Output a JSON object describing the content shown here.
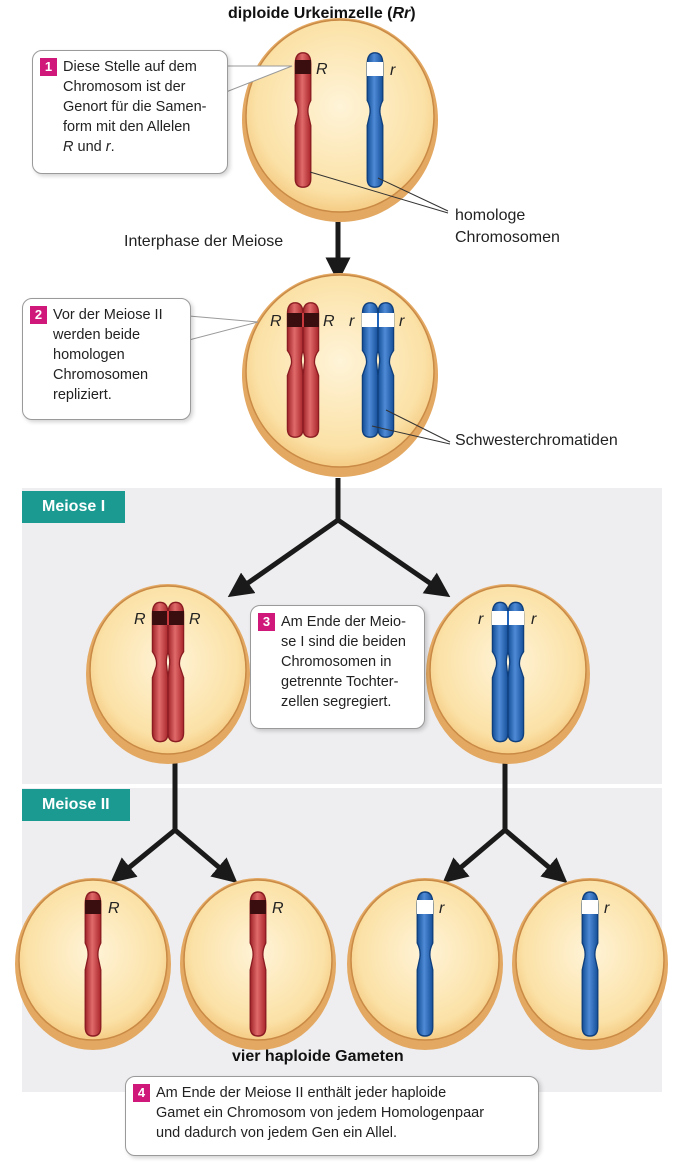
{
  "top_title": "diploide Urkeimzelle (",
  "top_title_allele": "Rr",
  "top_title_end": ")",
  "step1": {
    "num": "1",
    "line1": "Diese Stelle auf dem",
    "line2": "Chromosom ist der",
    "line3": "Genort für die Samen-",
    "line4": "form mit den Allelen",
    "line5_a": "R",
    "line5_b": " und ",
    "line5_c": "r",
    "line5_d": "."
  },
  "label_homologous": {
    "line1": "homologe",
    "line2": "Chromosomen"
  },
  "label_interphase": "Interphase der Meiose",
  "step2": {
    "num": "2",
    "line1": "Vor der Meiose II",
    "line2": "werden beide",
    "line3": "homologen",
    "line4": "Chromosomen",
    "line5": "repliziert."
  },
  "label_sister": "Schwesterchromatiden",
  "meiosis1_tag": "Meiose I",
  "step3": {
    "num": "3",
    "line1": "Am Ende der Meio-",
    "line2": "se I sind die beiden",
    "line3": "Chromosomen in",
    "line4": "getrennte Tochter-",
    "line5": "zellen segregiert."
  },
  "meiosis2_tag": "Meiose II",
  "gametes_title": "vier haploide Gameten",
  "step4": {
    "num": "4",
    "line1": "Am Ende der Meiose II enthält jeder haploide",
    "line2": "Gamet ein Chromosom von jedem Homologenpaar",
    "line3": "und dadurch von jedem Gen ein Allel."
  },
  "allele_dominant": "R",
  "allele_recessive": "r",
  "colors": {
    "red_chrom": "#c8383c",
    "blue_chrom": "#1f63ba",
    "cell_fill": "#fbe1a6",
    "cell_rim": "#d39a55",
    "teal": "#1a9a91",
    "badge": "#d0177a",
    "panel": "#eeeef0"
  }
}
